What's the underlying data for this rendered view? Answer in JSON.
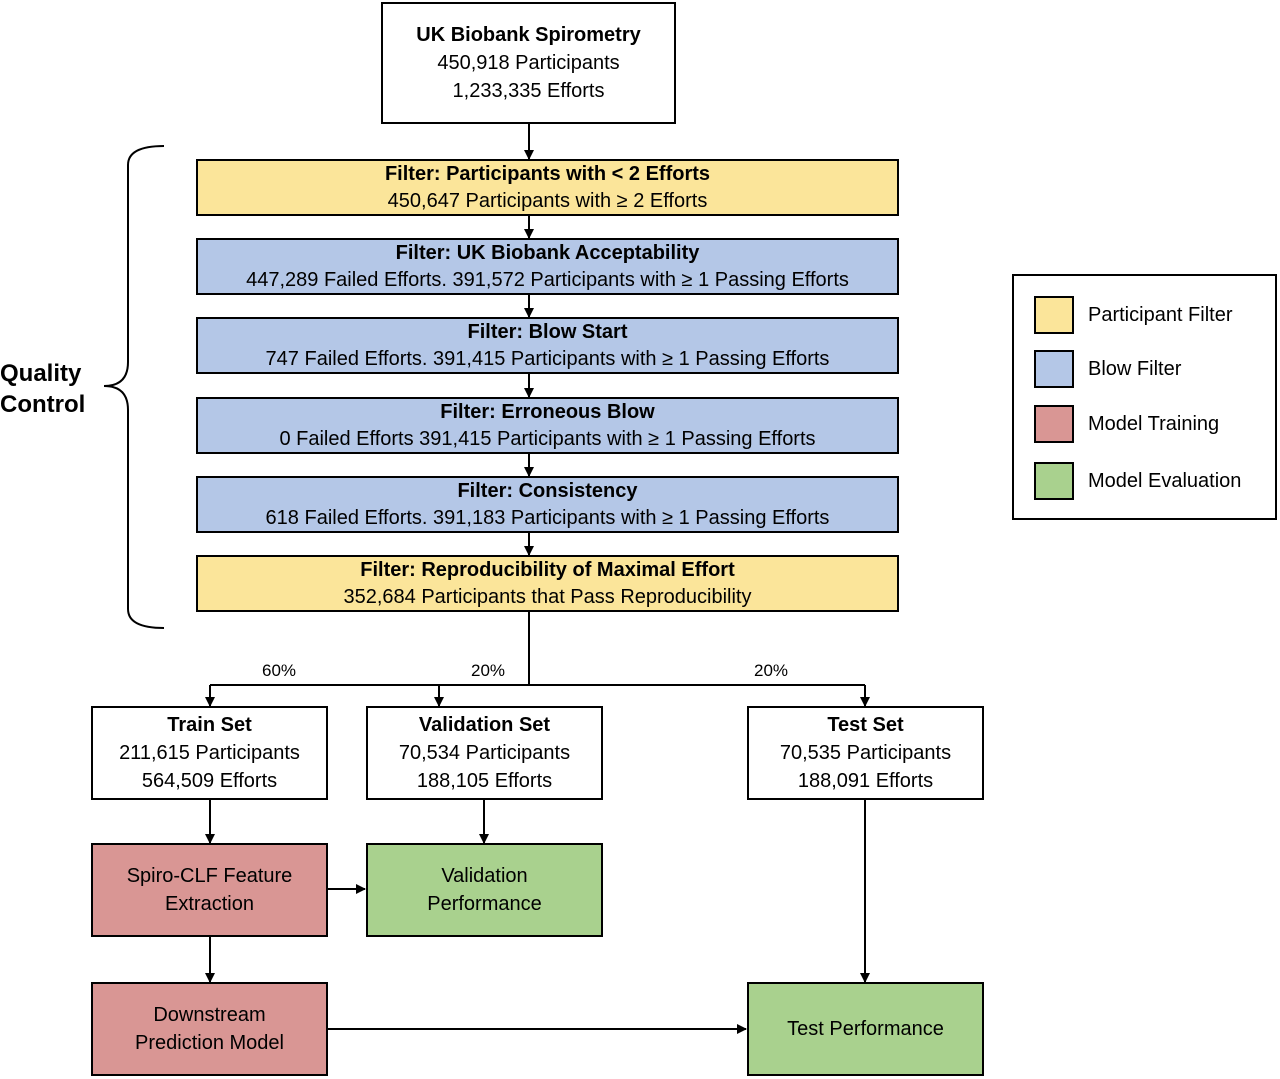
{
  "source": {
    "title": "UK Biobank Spirometry",
    "line1": "450,918 Participants",
    "line2": "1,233,335 Efforts"
  },
  "quality_control_label_line1": "Quality",
  "quality_control_label_line2": "Control",
  "filters": [
    {
      "title": "Filter: Participants with < 2 Efforts",
      "detail": "450,647 Participants with ≥ 2 Efforts",
      "kind": "participant"
    },
    {
      "title": "Filter: UK Biobank Acceptability",
      "detail": "447,289 Failed Efforts. 391,572 Participants with ≥ 1 Passing Efforts",
      "kind": "blow"
    },
    {
      "title": "Filter: Blow Start",
      "detail": "747 Failed Efforts. 391,415 Participants with ≥ 1 Passing Efforts",
      "kind": "blow"
    },
    {
      "title": "Filter: Erroneous Blow",
      "detail": "0 Failed Efforts 391,415 Participants with ≥ 1 Passing Efforts",
      "kind": "blow"
    },
    {
      "title": "Filter: Consistency",
      "detail": "618 Failed Efforts. 391,183 Participants with ≥ 1 Passing Efforts",
      "kind": "blow"
    },
    {
      "title": "Filter: Reproducibility of Maximal Effort",
      "detail": "352,684 Participants that Pass Reproducibility",
      "kind": "participant"
    }
  ],
  "splits": {
    "train_pct": "60%",
    "validation_pct": "20%",
    "test_pct": "20%"
  },
  "train": {
    "title": "Train Set",
    "line1": "211,615 Participants",
    "line2": "564,509 Efforts"
  },
  "validation": {
    "title": "Validation Set",
    "line1": "70,534 Participants",
    "line2": "188,105 Efforts"
  },
  "test": {
    "title": "Test Set",
    "line1": "70,535 Participants",
    "line2": "188,091 Efforts"
  },
  "feature_extraction": {
    "line1": "Spiro-CLF Feature",
    "line2": "Extraction"
  },
  "validation_performance": {
    "line1": "Validation",
    "line2": "Performance"
  },
  "downstream_model": {
    "line1": "Downstream",
    "line2": "Prediction Model"
  },
  "test_performance": {
    "label": "Test Performance"
  },
  "legend": [
    {
      "label": "Participant Filter",
      "color": "#fbe59a"
    },
    {
      "label": "Blow Filter",
      "color": "#b4c7e7"
    },
    {
      "label": "Model Training",
      "color": "#d99694"
    },
    {
      "label": "Model Evaluation",
      "color": "#a9d18e"
    }
  ],
  "colors": {
    "participant_filter": "#fbe59a",
    "blow_filter": "#b4c7e7",
    "model_training": "#d99694",
    "model_evaluation": "#a9d18e"
  }
}
